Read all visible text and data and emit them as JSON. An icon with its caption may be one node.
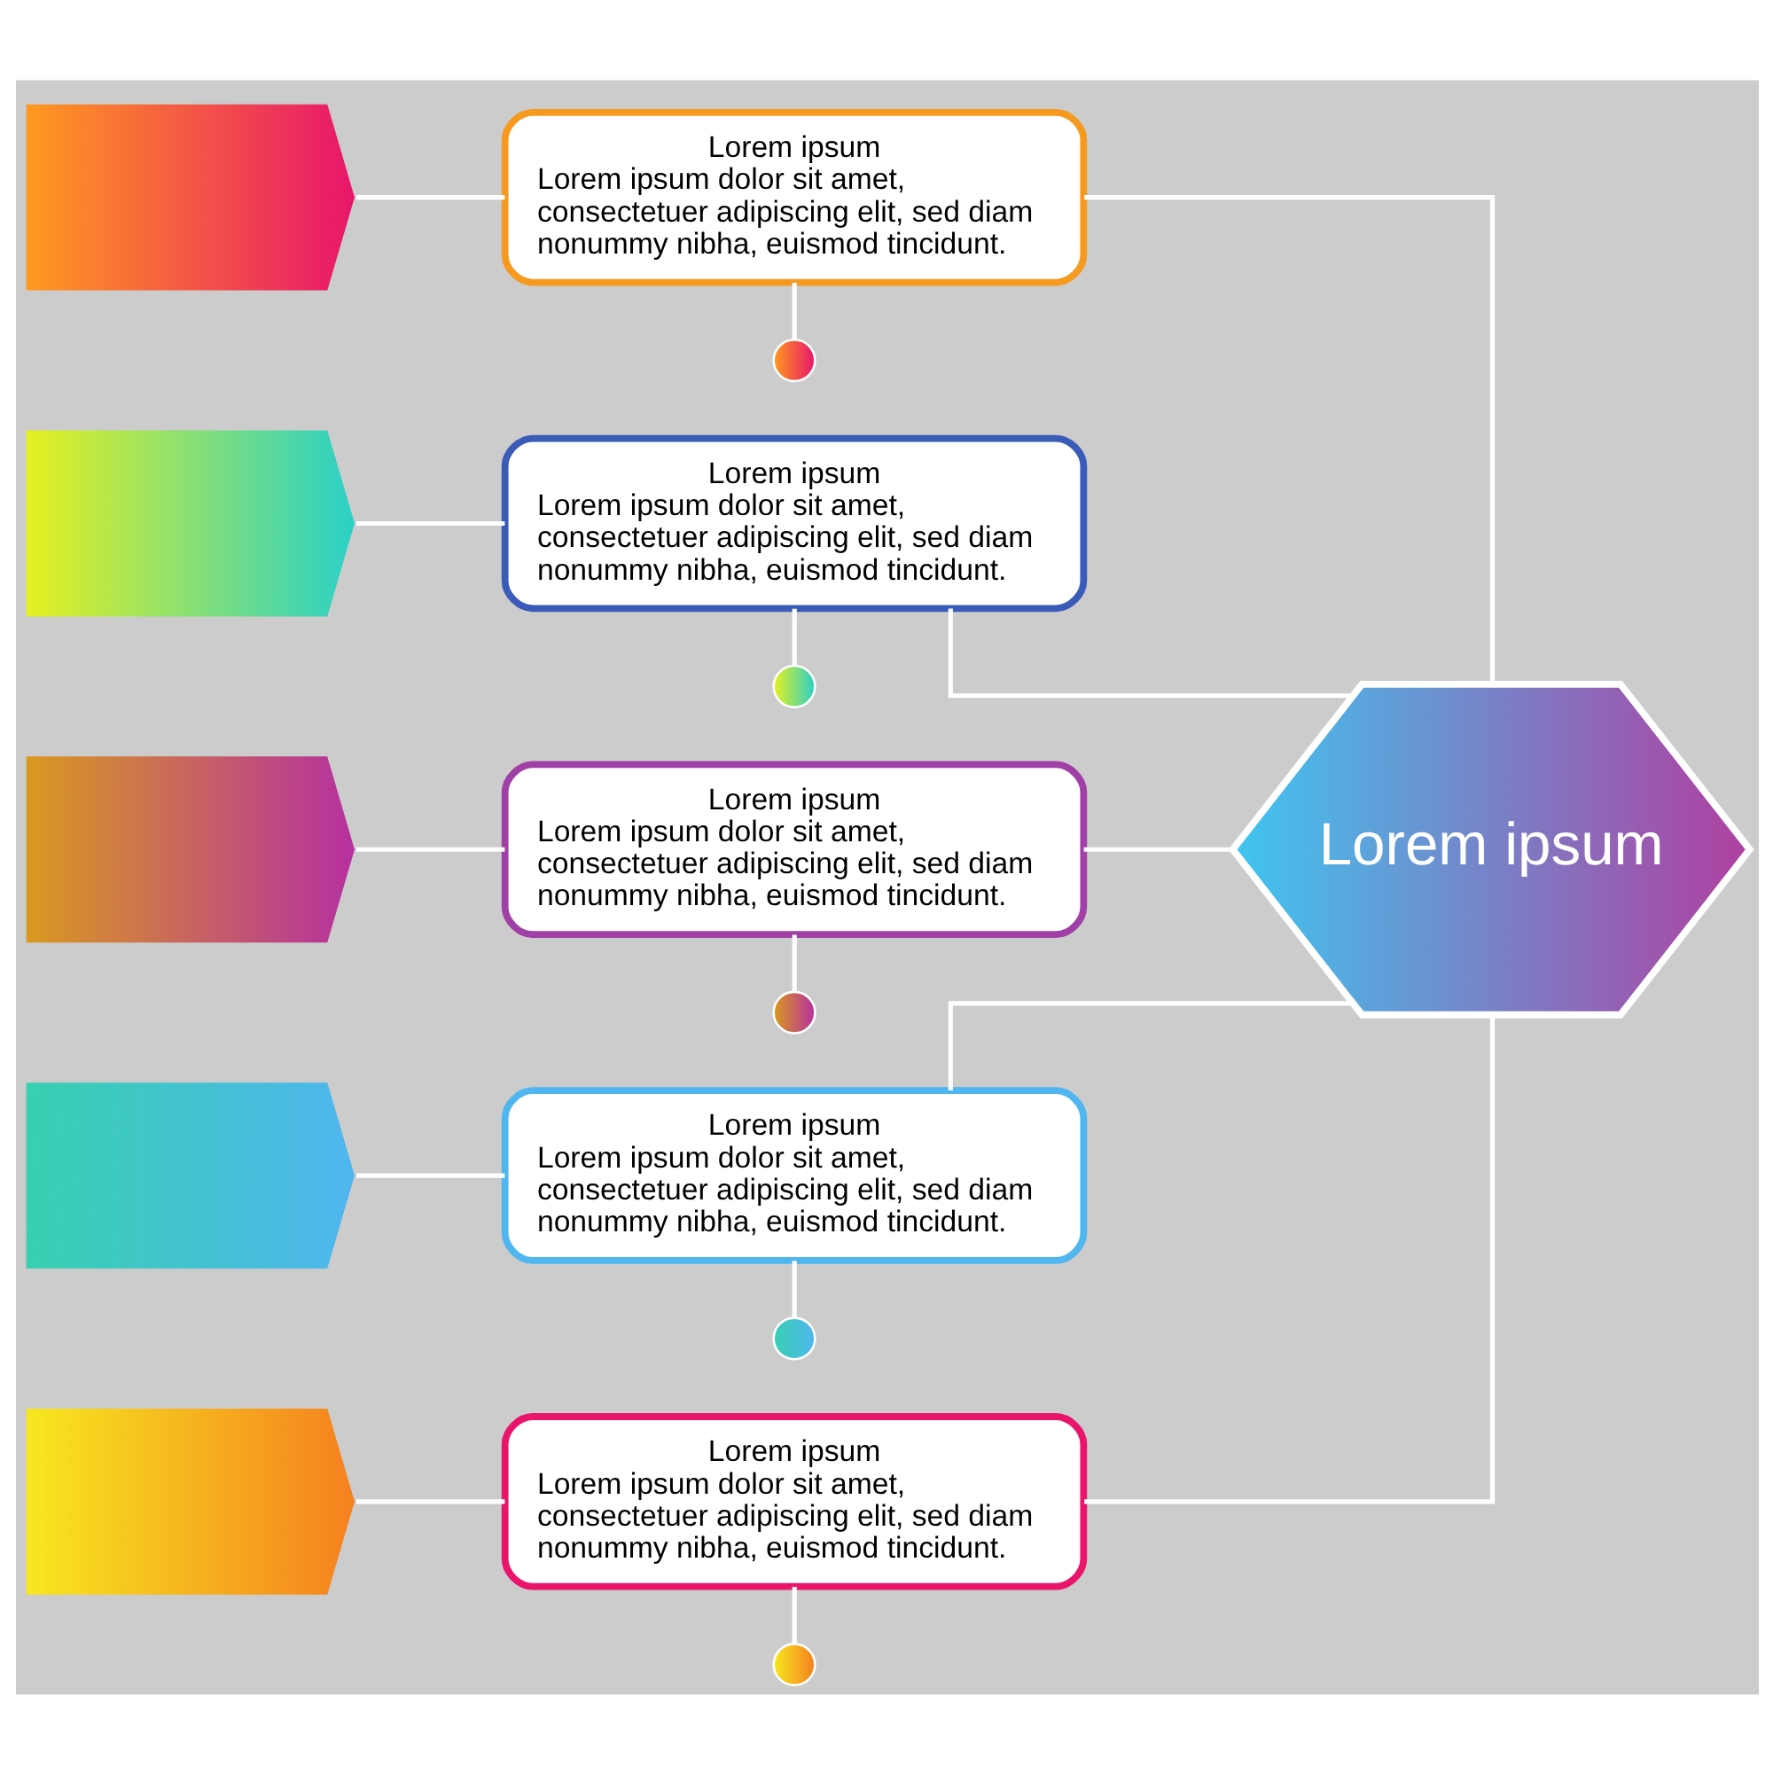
{
  "diagram": {
    "nodes": [
      {
        "text": [],
        "shape": "box"
      },
      {
        "text": [
          "Lorem ipsum",
          "Lorem ipsum dolor sit amet, consectetuer adipiscing elit, sed diam nonummy nibha, euismod tincidunt."
        ]
      },
      {
        "text": [],
        "shape": "circle"
      },
      {
        "text": [],
        "shape": "box"
      },
      {
        "text": [
          "Lorem ipsum",
          "Lorem ipsum dolor sit amet, consectetuer adipiscing elit, sed diam nonummy nibha, euismod tincidunt."
        ]
      },
      {
        "text": [],
        "shape": "circle"
      },
      {
        "text": [],
        "shape": "box"
      },
      {
        "text": [
          "Lorem ipsum",
          "Lorem ipsum dolor sit amet, consectetuer adipiscing elit, sed diam nonummy nibha, euismod tincidunt."
        ]
      },
      {
        "text": [],
        "shape": "circle"
      },
      {
        "text": [],
        "shape": "box"
      },
      {
        "text": [
          "Lorem ipsum",
          "Lorem ipsum dolor sit amet, consectetuer adipiscing elit, sed diam nonummy nibha, euismod tincidunt."
        ]
      },
      {
        "text": [],
        "shape": "circle"
      },
      {
        "text": [],
        "shape": "box"
      },
      {
        "text": [
          "Lorem ipsum",
          "Lorem ipsum dolor sit amet, consectetuer adipiscing elit, sed diam nonummy nibha, euismod tincidunt."
        ]
      },
      {
        "text": [],
        "shape": "circle"
      },
      {
        "text": [
          "Lorem ipsum"
        ]
      }
    ],
    "edges": [
      {
        "from": 0,
        "to": 1,
        "arrow": "none"
      },
      {
        "from": 1,
        "to": 2,
        "arrow": "none"
      },
      {
        "from": 1,
        "to": 15,
        "arrow": "none"
      },
      {
        "from": 3,
        "to": 4,
        "arrow": "none"
      },
      {
        "from": 4,
        "to": 5,
        "arrow": "none"
      },
      {
        "from": 4,
        "to": 15,
        "arrow": "none"
      },
      {
        "from": 6,
        "to": 7,
        "arrow": "none"
      },
      {
        "from": 7,
        "to": 8,
        "arrow": "none"
      },
      {
        "from": 7,
        "to": 15,
        "arrow": "none"
      },
      {
        "from": 9,
        "to": 10,
        "arrow": "none"
      },
      {
        "from": 10,
        "to": 11,
        "arrow": "none"
      },
      {
        "from": 10,
        "to": 15,
        "arrow": "none"
      },
      {
        "from": 12,
        "to": 13,
        "arrow": "none"
      },
      {
        "from": 13,
        "to": 14,
        "arrow": "none"
      },
      {
        "from": 13,
        "to": 15,
        "arrow": "none"
      }
    ]
  }
}
